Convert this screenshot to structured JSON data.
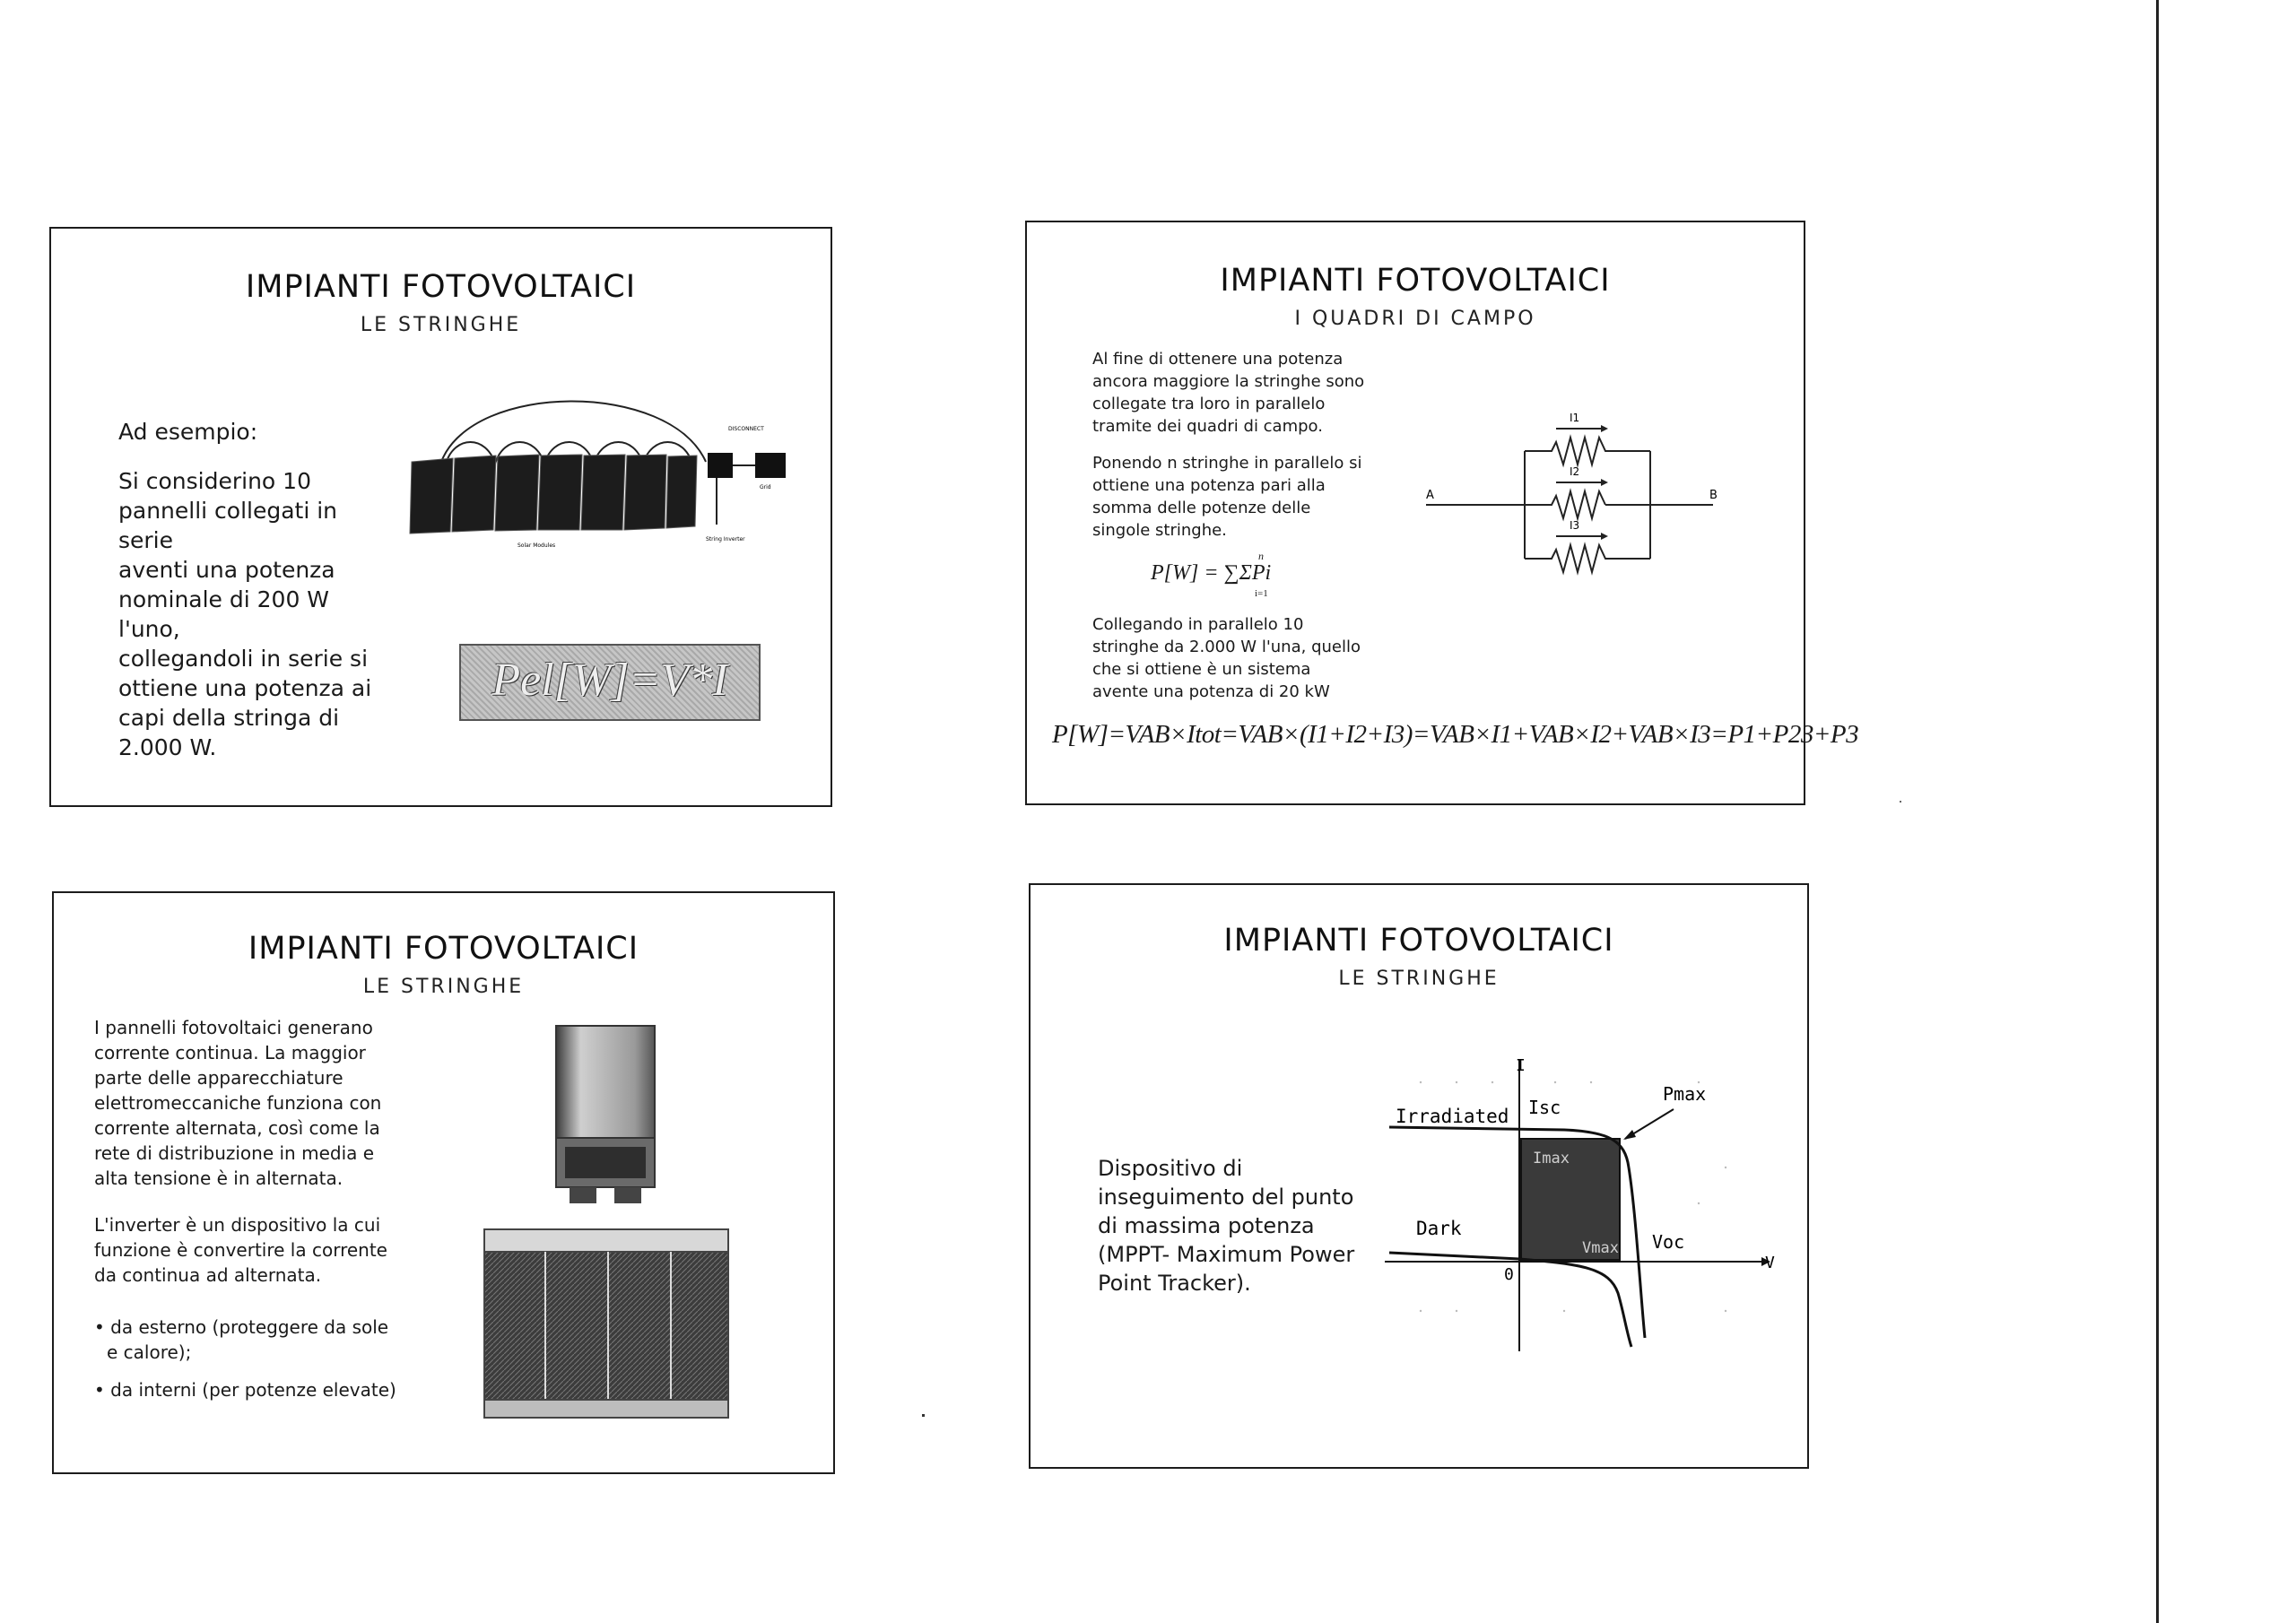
{
  "slides": [
    {
      "title": "IMPIANTI FOTOVOLTAICI",
      "subtitle": "LE STRINGHE",
      "intro": "Ad esempio:",
      "body_lines": [
        "Si considerino 10",
        "pannelli collegati in serie",
        "aventi una potenza",
        "nominale di 200 W l'uno,",
        "collegandoli in serie si",
        "ottiene una potenza ai",
        "capi della stringa di",
        "2.000 W."
      ],
      "formula": "Pel[W]=V*I"
    },
    {
      "title": "IMPIANTI FOTOVOLTAICI",
      "subtitle": "I QUADRI DI CAMPO",
      "para1": [
        "Al fine di ottenere una potenza",
        "ancora maggiore la stringhe sono",
        "collegate tra loro in parallelo",
        "tramite dei quadri di campo."
      ],
      "para2": [
        "Ponendo n stringhe in parallelo si",
        "ottiene una potenza pari alla",
        "somma delle potenze delle",
        "singole stringhe."
      ],
      "sum_formula": "P[W] = ∑ΣPi",
      "sum_upper": "n",
      "sum_lower": "i=1",
      "para3": [
        "Collegando in parallelo 10",
        "stringhe da 2.000 W l'una, quello",
        "che si ottiene è un sistema",
        "avente una potenza di 20 kW"
      ],
      "circuit": {
        "node_a": "A",
        "node_b": "B",
        "currents": [
          "I1",
          "I2",
          "I3"
        ]
      },
      "bottom_formula": "P[W]=VAB×Itot=VAB×(I1+I2+I3)=VAB×I1+VAB×I2+VAB×I3=P1+P23+P3"
    },
    {
      "title": "IMPIANTI FOTOVOLTAICI",
      "subtitle": "LE STRINGHE",
      "para1_lines": [
        "I pannelli fotovoltaici generano",
        "corrente continua. La maggior",
        "parte delle apparecchiature",
        "elettromeccaniche funziona con",
        "corrente alternata, così come la",
        "rete di distribuzione in media e",
        "alta tensione è in alternata."
      ],
      "para2_lines": [
        "L'inverter è un dispositivo la cui",
        "funzione è convertire la corrente",
        "da continua ad alternata."
      ],
      "bullets": [
        [
          "da esterno (proteggere da sole",
          "e calore);"
        ],
        [
          "da interni (per potenze elevate)"
        ]
      ]
    },
    {
      "title": "IMPIANTI FOTOVOLTAICI",
      "subtitle": "LE STRINGHE",
      "body_lines": [
        "Dispositivo di",
        "inseguimento del punto",
        "di massima potenza",
        "(MPPT- Maximum Power",
        "Point Tracker)."
      ],
      "chart": {
        "irradiated": "Irradiated",
        "dark": "Dark",
        "isc": "Isc",
        "pmax": "Pmax",
        "voc": "Voc",
        "imax": "Imax",
        "vmax": "Vmax",
        "origin": "0",
        "axis_i": "I",
        "axis_v": "V"
      }
    }
  ]
}
